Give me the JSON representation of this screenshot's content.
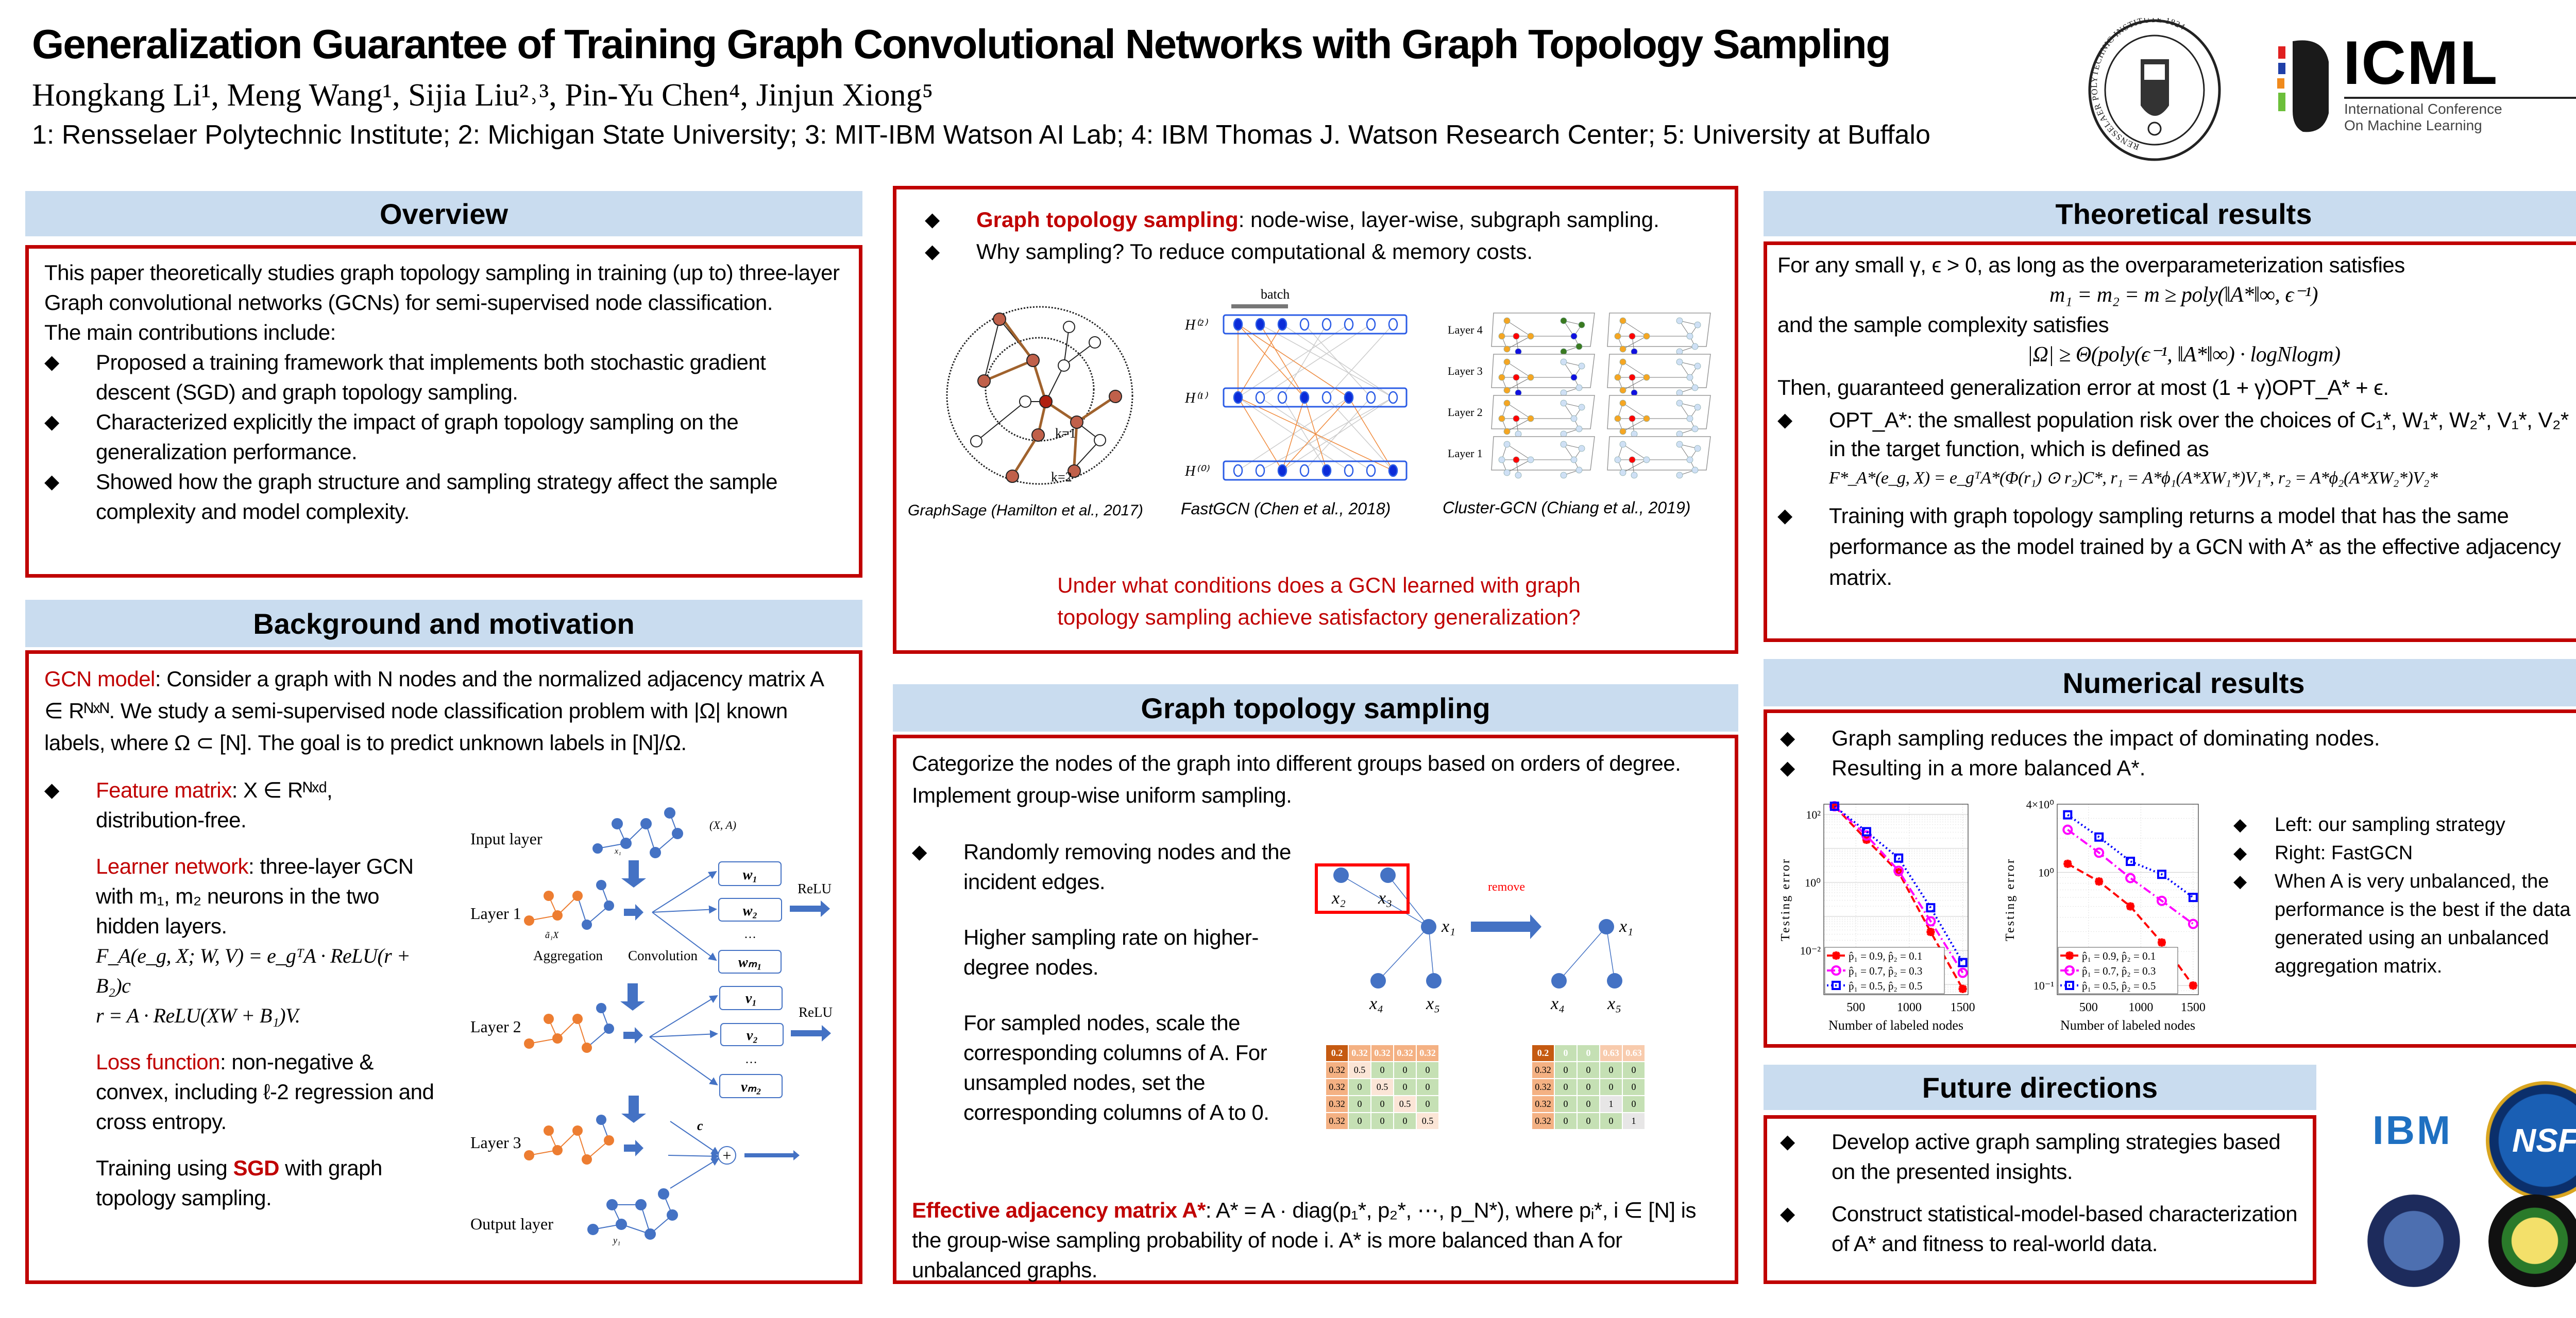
{
  "header": {
    "title": "Generalization Guarantee of Training Graph Convolutional Networks with Graph Topology Sampling",
    "authors": "Hongkang Li¹, Meng Wang¹, Sijia Liu²˒³, Pin-Yu Chen⁴, Jinjun Xiong⁵",
    "affiliations": "1: Rensselaer Polytechnic Institute; 2: Michigan State University; 3: MIT-IBM Watson AI Lab; 4: IBM Thomas J. Watson Research Center; 5: University at Buffalo",
    "rpi_seal_text": "RENSSELAER POLYTECHNIC INSTITUTE 1824",
    "icml_logo": "ICML",
    "icml_sub1": "International Conference",
    "icml_sub2": "On Machine Learning"
  },
  "overview": {
    "title": "Overview",
    "intro": "This paper theoretically studies graph topology sampling in training (up to) three-layer Graph convolutional networks (GCNs) for semi-supervised node classification.",
    "contrib_heading": "The main contributions include:",
    "bullets": [
      "Proposed a training framework that implements both stochastic gradient descent (SGD) and graph topology sampling.",
      "Characterized explicitly the impact of graph topology sampling on the generalization performance.",
      "Showed how the graph structure and sampling strategy affect the sample complexity and model complexity."
    ]
  },
  "background": {
    "title": "Background and motivation",
    "gcn_label": "GCN model",
    "gcn_text": ": Consider a graph with N nodes and the normalized adjacency matrix A ∈ Rᴺˣᴺ. We study a semi-supervised node classification problem with |Ω| known labels, where Ω ⊂ [N]. The goal is to predict unknown labels in [N]/Ω.",
    "feature_label": "Feature matrix",
    "feature_text": ": X ∈ Rᴺˣᵈ, distribution-free.",
    "learner_label": "Learner network",
    "learner_text": ": three-layer GCN with m₁, m₂ neurons in the two hidden layers.",
    "formula1": "F_A(e_g, X; W, V) = e_gᵀA · ReLU(r + B₂)c",
    "formula2": "r = A · ReLU(XW + B₁)V.",
    "loss_label": "Loss function",
    "loss_text": ": non-negative & convex, including ℓ-2 regression and cross entropy.",
    "sgd_pre": "Training using ",
    "sgd_label": "SGD",
    "sgd_post": " with graph topology sampling.",
    "diagram": {
      "input_layer": "Input layer",
      "layer1": "Layer 1",
      "layer2": "Layer 2",
      "layer3": "Layer 3",
      "output_layer": "Output layer",
      "xa": "(X, A)",
      "x1": "x₁",
      "y1": "y₁",
      "a1x": "ã₁X",
      "aggregation": "Aggregation",
      "convolution": "Convolution",
      "w1": "w₁",
      "w2": "w₂",
      "wm1": "wₘ₁",
      "v1": "v₁",
      "v2": "v₂",
      "vm2": "vₘ₂",
      "dots": "…",
      "relu": "ReLU",
      "c": "c",
      "plus": "+"
    }
  },
  "sampling_intro": {
    "b1_label": "Graph topology sampling",
    "b1_text": ": node-wise, layer-wise, subgraph sampling.",
    "b2_text": "Why sampling? To reduce computational & memory costs.",
    "batch": "batch",
    "h2": "H⁽²⁾",
    "h1": "H⁽¹⁾",
    "h0": "H⁽⁰⁾",
    "k1": "k=1",
    "k2": "k=2",
    "cluster_layers": [
      "Layer 4",
      "Layer 3",
      "Layer 2",
      "Layer 1"
    ],
    "captions": [
      "GraphSage (Hamilton et al., 2017)",
      "FastGCN (Chen et al., 2018)",
      "Cluster-GCN (Chiang et al., 2019)"
    ],
    "question": "Under what conditions does a GCN learned with graph topology sampling achieve satisfactory generalization?"
  },
  "topology": {
    "title": "Graph topology sampling",
    "intro": "Categorize the nodes of the graph into different groups based on orders of degree. Implement group-wise uniform sampling.",
    "bullets": [
      "Randomly removing nodes and the incident edges.",
      "Higher sampling rate on higher-degree nodes.",
      "For sampled nodes, scale the corresponding columns of A. For unsampled nodes, set the corresponding columns of A to 0."
    ],
    "effective_label": "Effective adjacency matrix A*",
    "effective_text": ": A* = A · diag(p₁*, p₂*, ⋯, p_N*), where pᵢ*, i ∈ [N] is the group-wise sampling probability of node i. A* is more balanced than A for unbalanced graphs.",
    "remove": "remove",
    "nodes": {
      "x1": "x₁",
      "x2": "x₂",
      "x3": "x₃",
      "x4": "x₄",
      "x5": "x₅"
    },
    "matrix_before": [
      [
        "0.2",
        "0.32",
        "0.32",
        "0.32",
        "0.32"
      ],
      [
        "0.32",
        "0.5",
        "0",
        "0",
        "0"
      ],
      [
        "0.32",
        "0",
        "0.5",
        "0",
        "0"
      ],
      [
        "0.32",
        "0",
        "0",
        "0.5",
        "0"
      ],
      [
        "0.32",
        "0",
        "0",
        "0",
        "0.5"
      ]
    ],
    "matrix_after": [
      [
        "0.2",
        "0",
        "0",
        "0.63",
        "0.63"
      ],
      [
        "0.32",
        "0",
        "0",
        "0",
        "0"
      ],
      [
        "0.32",
        "0",
        "0",
        "0",
        "0"
      ],
      [
        "0.32",
        "0",
        "0",
        "1",
        "0"
      ],
      [
        "0.32",
        "0",
        "0",
        "0",
        "1"
      ]
    ]
  },
  "theory": {
    "title": "Theoretical results",
    "line1": "For any small γ, ϵ > 0, as long as the overparameterization satisfies",
    "eq1": "m₁ = m₂ = m ≥ poly(‖A*‖∞, ϵ⁻¹)",
    "line2": "and the sample complexity satisfies",
    "eq2": "|Ω| ≥ Θ(poly(ϵ⁻¹, ‖A*‖∞) · logNlogm)",
    "line3": "Then, guaranteed generalization error at most (1 + γ)OPT_A* + ϵ.",
    "b1": "OPT_A*: the smallest population risk over the choices of C₁*, W₁*, W₂*, V₁*, V₂* in the target function, which is defined as",
    "b1_eq": "F*_A*(e_g, X) = e_gᵀA*(Φ(r₁) ⊙ r₂)C*, r₁ = A*ϕ₁(A*XW₁*)V₁*, r₂ = A*ϕ₂(A*XW₂*)V₂*",
    "b2": "Training with graph topology sampling returns a model that has the same performance as the model trained by a GCN with A* as the effective adjacency matrix."
  },
  "numerical": {
    "title": "Numerical results",
    "bullets": [
      "Graph sampling reduces the impact of dominating nodes.",
      "Resulting in a more balanced A*."
    ],
    "notes": [
      "Left: our sampling strategy",
      "Right: FastGCN",
      "When A is very unbalanced, the performance is the best if the data is generated using an unbalanced aggregation matrix."
    ]
  },
  "future": {
    "title": "Future directions",
    "bullets": [
      "Develop active graph sampling strategies based on the presented insights.",
      "Construct statistical-model-based characterization of A* and fitness to real-world data."
    ],
    "ibm_logo": "IBM",
    "nsf_logo": "NSF"
  },
  "colors": {
    "accent_red": "#c00000",
    "header_blue": "#c9dcef",
    "series_red": "#ff0000",
    "series_magenta": "#ff00ff",
    "series_blue": "#0000ff"
  },
  "chart_data": [
    {
      "type": "line",
      "title": "Left: our sampling strategy",
      "xlabel": "Number of labeled nodes",
      "ylabel": "Testing error",
      "yscale": "log",
      "x": [
        300,
        600,
        900,
        1200,
        1500
      ],
      "xlim": [
        200,
        1550
      ],
      "ylim": [
        0.0005,
        200
      ],
      "xticks": [
        500,
        1000,
        1500
      ],
      "yticks": [
        {
          "v": 100,
          "label": "10²"
        },
        {
          "v": 1,
          "label": "10⁰"
        },
        {
          "v": 0.01,
          "label": "10⁻²"
        }
      ],
      "legend": "bottom-left",
      "grid": true,
      "series": [
        {
          "name": "p̂₁ = 0.9, p̂₂ = 0.1",
          "color": "#ff0000",
          "marker": "star",
          "dash": "dashed",
          "values": [
            174,
            18,
            2.0,
            0.035,
            0.00074
          ]
        },
        {
          "name": "p̂₁ = 0.7, p̂₂ = 0.3",
          "color": "#ff00ff",
          "marker": "circle",
          "dash": "dashdot",
          "values": [
            174,
            24,
            2.2,
            0.072,
            0.0022
          ]
        },
        {
          "name": "p̂₁ = 0.5, p̂₂ = 0.5",
          "color": "#0000ff",
          "marker": "square",
          "dash": "dotted",
          "values": [
            174,
            31,
            5.2,
            0.18,
            0.0044
          ]
        }
      ]
    },
    {
      "type": "line",
      "title": "Right: FastGCN",
      "xlabel": "Number of labeled nodes",
      "ylabel": "Testing error",
      "yscale": "log",
      "x": [
        300,
        600,
        900,
        1200,
        1500
      ],
      "xlim": [
        200,
        1550
      ],
      "ylim": [
        0.083,
        4
      ],
      "xticks": [
        500,
        1000,
        1500
      ],
      "yticks": [
        {
          "v": 4,
          "label": "4×10⁰"
        },
        {
          "v": 1,
          "label": "10⁰"
        },
        {
          "v": 0.1,
          "label": "10⁻¹"
        }
      ],
      "legend": "bottom-left",
      "grid": true,
      "series": [
        {
          "name": "p̂₁ = 0.9, p̂₂ = 0.1",
          "color": "#ff0000",
          "marker": "star",
          "dash": "dashed",
          "values": [
            1.19,
            0.83,
            0.5,
            0.24,
            0.1
          ]
        },
        {
          "name": "p̂₁ = 0.7, p̂₂ = 0.3",
          "color": "#ff00ff",
          "marker": "circle",
          "dash": "dashdot",
          "values": [
            2.38,
            1.49,
            0.89,
            0.56,
            0.35
          ]
        },
        {
          "name": "p̂₁ = 0.5, p̂₂ = 0.5",
          "color": "#0000ff",
          "marker": "square",
          "dash": "dotted",
          "values": [
            3.22,
            2.05,
            1.25,
            0.96,
            0.6
          ]
        }
      ]
    }
  ]
}
